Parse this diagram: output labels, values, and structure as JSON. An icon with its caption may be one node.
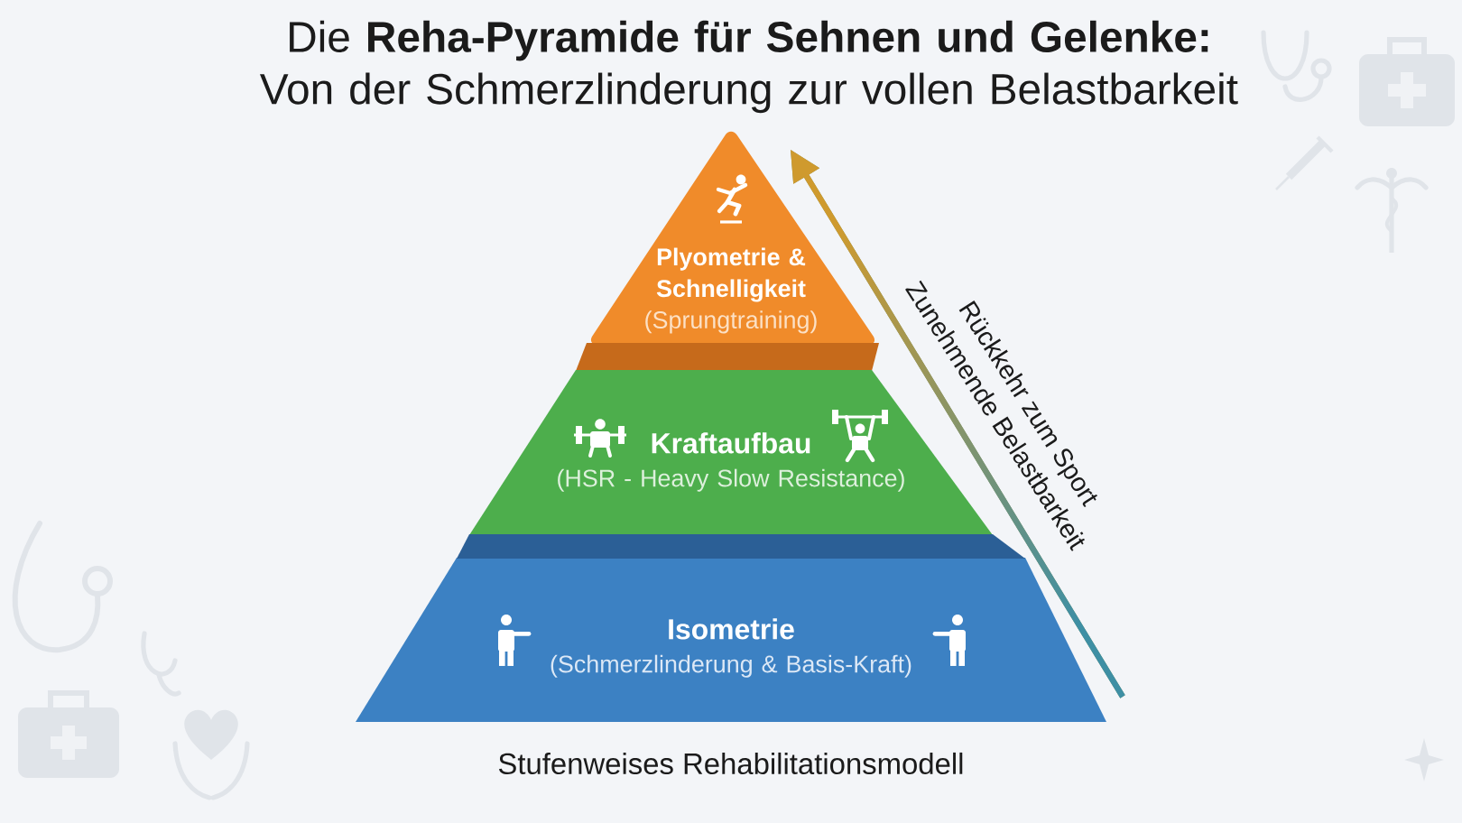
{
  "diagram": {
    "title": "Die **Reha-Pyramide für Sehnen und Gelenke:** Von der Schmerzlinderung zur vollen Belastbarkeit",
    "caption": "Stufenweises Rehabilitationsmodell",
    "nodes": [
      {
        "text": [
          "Plyometrie & Schnelligkeit",
          "(Sprungtraining)"
        ]
      },
      {
        "text": [
          "Kraftaufbau",
          "(HSR - Heavy Slow Resistance)"
        ]
      },
      {
        "text": [
          "Isometrie",
          "(Schmerzlinderung & Basis-Kraft)"
        ]
      }
    ],
    "labels": [
      "Rückkehr zum Sport",
      "Zunehmende Belastbarkeit"
    ]
  }
}
